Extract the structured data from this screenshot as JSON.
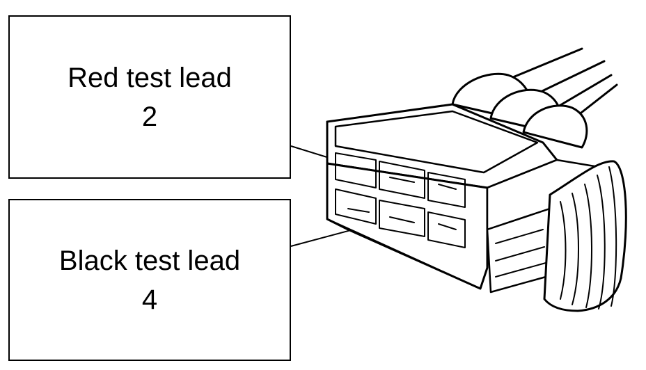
{
  "callouts": {
    "red": {
      "label": "Red test lead",
      "pin": "2"
    },
    "black": {
      "label": "Black test lead",
      "pin": "4"
    }
  },
  "icons": {
    "connector": "connector-illustration-icon"
  },
  "colors": {
    "line": "#000000",
    "background": "#ffffff"
  }
}
